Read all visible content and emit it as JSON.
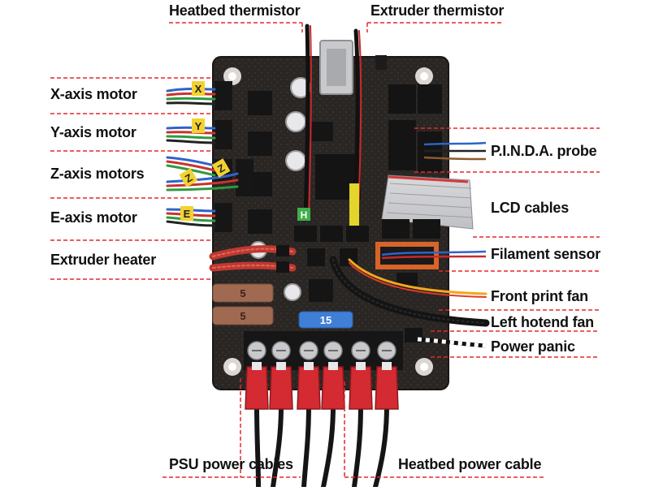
{
  "labels": {
    "heatbed_thermistor": "Heatbed thermistor",
    "extruder_thermistor": "Extruder thermistor",
    "x_axis_motor": "X-axis motor",
    "y_axis_motor": "Y-axis motor",
    "z_axis_motors": "Z-axis motors",
    "e_axis_motor": "E-axis motor",
    "extruder_heater": "Extruder heater",
    "pinda_probe": "P.I.N.D.A. probe",
    "lcd_cables": "LCD cables",
    "filament_sensor": "Filament sensor",
    "front_print_fan": "Front print fan",
    "left_hotend_fan": "Left hotend fan",
    "power_panic": "Power panic",
    "psu_power_cables": "PSU power cables",
    "heatbed_power_cable": "Heatbed power cable"
  },
  "board_marks": {
    "x_tag": "X",
    "y_tag": "Y",
    "z_tag": "Z",
    "e_tag": "E",
    "h_tag": "H",
    "fuse_5a_top": "5",
    "fuse_5a_bottom": "5",
    "fuse_15a": "15"
  },
  "colors": {
    "leader_line": "#e8262b",
    "pcb": "#2a2623",
    "fuse_brown": "#a06a52",
    "fuse_blue": "#3f7fd6",
    "crimp_red": "#d42a32",
    "label_text": "#111111"
  }
}
